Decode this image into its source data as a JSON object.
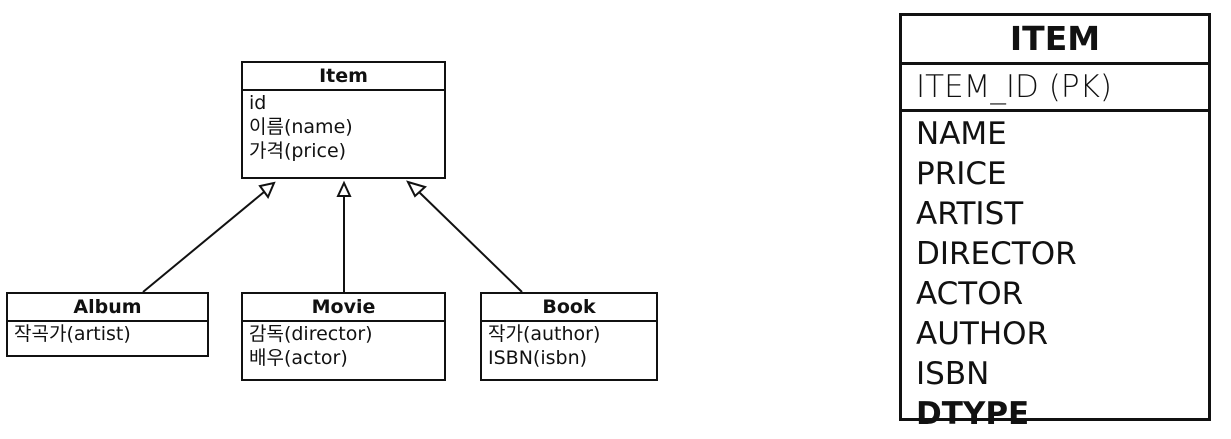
{
  "uml": {
    "item": {
      "title": "Item",
      "attributes": [
        "id",
        "이름(name)",
        "가격(price)"
      ]
    },
    "album": {
      "title": "Album",
      "attributes": [
        "작곡가(artist)"
      ]
    },
    "movie": {
      "title": "Movie",
      "attributes": [
        "감독(director)",
        "배우(actor)"
      ]
    },
    "book": {
      "title": "Book",
      "attributes": [
        "작가(author)",
        "ISBN(isbn)"
      ]
    }
  },
  "erd": {
    "table_name": "ITEM",
    "primary_key": "ITEM_ID (PK)",
    "columns": [
      "NAME",
      "PRICE",
      "ARTIST",
      "DIRECTOR",
      "ACTOR",
      "AUTHOR",
      "ISBN"
    ],
    "discriminator": "DTYPE"
  }
}
